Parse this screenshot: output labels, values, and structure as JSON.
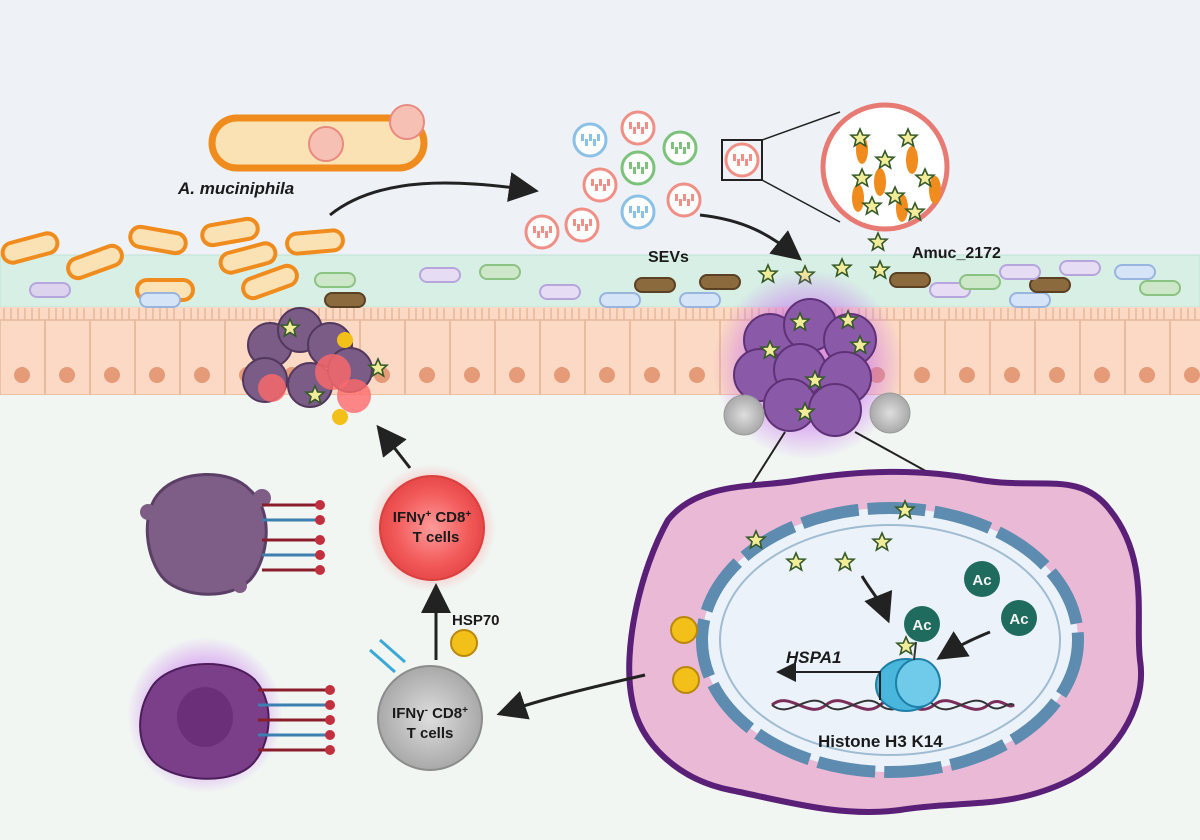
{
  "labels": {
    "bacterium": "A. muciniphila",
    "vesicles": "SEVs",
    "protein": "Amuc_2172",
    "gene": "HSPA1",
    "histone": "Histone H3 K14",
    "acetyl": "Ac",
    "heat_shock": "HSP70",
    "ifn_pos": {
      "prefix": "IFNγ",
      "sup1": "+",
      "mid": " CD8",
      "sup2": "+",
      "line2": "T cells"
    },
    "ifn_neg": {
      "prefix": "IFNγ",
      "sup1": "-",
      "mid": " CD8",
      "sup2": "+",
      "line2": "T cells"
    }
  },
  "colors": {
    "bacterium": "#f08c1e",
    "mucus_layer": "#d8efe6",
    "epithelium": "#fbd9c4",
    "tumor": "#8a5aa8",
    "active_tcell": "#f25a5a",
    "inactive_tcell": "#b9b9b9",
    "nucleus": "#5d8cb0",
    "star": "#f2eb9a",
    "hsp70": "#f2c018",
    "acetyl": "#1f6b5e"
  }
}
